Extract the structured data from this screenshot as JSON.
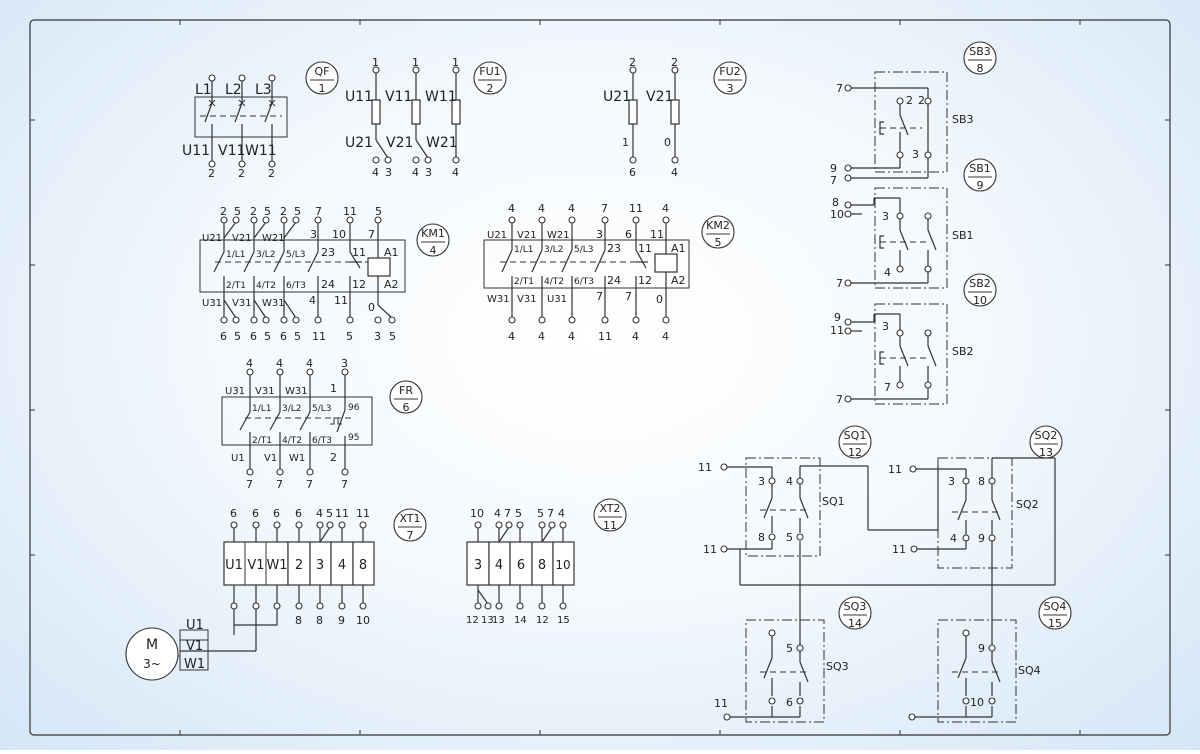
{
  "qf": {
    "tag": "QF",
    "sheet": "1",
    "l1": "L1",
    "l2": "L2",
    "l3": "L3",
    "u11": "U11",
    "v11": "V11",
    "w11": "W11",
    "out1": "2",
    "out2": "2",
    "out3": "2"
  },
  "fu1": {
    "tag": "FU1",
    "sheet": "2",
    "in1": "1",
    "in2": "1",
    "in3": "1",
    "u11": "U11",
    "v11": "V11",
    "w11": "W11",
    "u21": "U21",
    "v21": "V21",
    "w21": "W21",
    "b1": "4",
    "b2": "3",
    "b3": "4",
    "b4": "3",
    "b5": "4"
  },
  "fu2": {
    "tag": "FU2",
    "sheet": "3",
    "in1": "2",
    "in2": "2",
    "u21": "U21",
    "v21": "V21",
    "mid1": "1",
    "mid2": "0",
    "out1": "6",
    "out2": "4"
  },
  "km1": {
    "tag": "KM1",
    "sheet": "4",
    "top": [
      "2",
      "5",
      "2",
      "5",
      "2",
      "5",
      "7",
      "11",
      "5"
    ],
    "u21": "U21",
    "v21": "V21",
    "w21": "W21",
    "t3": "3",
    "t10": "10",
    "t7": "7",
    "l1": "1/L1",
    "l2": "3/L2",
    "l3": "5/L3",
    "c23": "23",
    "c11": "11",
    "a1": "A1",
    "t1": "2/T1",
    "t2": "4/T2",
    "t3b": "6/T3",
    "c24": "24",
    "c12": "12",
    "a2": "A2",
    "u31": "U31",
    "v31": "V31",
    "w31": "W31",
    "s4": "4",
    "s11": "11",
    "s0": "0",
    "bottom": [
      "6",
      "5",
      "6",
      "5",
      "6",
      "5",
      "11",
      "5",
      "3",
      "5"
    ]
  },
  "km2": {
    "tag": "KM2",
    "sheet": "5",
    "top": [
      "4",
      "4",
      "4",
      "7",
      "11",
      "4"
    ],
    "u21": "U21",
    "v21": "V21",
    "w21": "W21",
    "t3": "3",
    "t6": "6",
    "t11": "11",
    "l1": "1/L1",
    "l2": "3/L2",
    "l3": "5/L3",
    "c23": "23",
    "c11": "11",
    "a1": "A1",
    "t1": "2/T1",
    "t2": "4/T2",
    "t3b": "6/T3",
    "c24": "24",
    "c12": "12",
    "a2": "A2",
    "w31": "W31",
    "v31": "V31",
    "u31": "U31",
    "s7a": "7",
    "s7b": "7",
    "s0": "0",
    "bottom": [
      "4",
      "4",
      "4",
      "11",
      "4",
      "4"
    ]
  },
  "fr": {
    "tag": "FR",
    "sheet": "6",
    "top": [
      "4",
      "4",
      "4",
      "3"
    ],
    "u31": "U31",
    "v31": "V31",
    "w31": "W31",
    "n1": "1",
    "l1": "1/L1",
    "l2": "3/L2",
    "l3": "5/L3",
    "c96": "96",
    "t1": "2/T1",
    "t2": "4/T2",
    "t3": "6/T3",
    "c95": "95",
    "u1": "U1",
    "v1": "V1",
    "w1": "W1",
    "n2": "2",
    "bottom": [
      "7",
      "7",
      "7",
      "7"
    ]
  },
  "xt1": {
    "tag": "XT1",
    "sheet": "7",
    "top": [
      "6",
      "6",
      "6",
      "6",
      "4",
      "5",
      "11",
      "11"
    ],
    "cells": [
      "U1",
      "V1",
      "W1",
      "2",
      "3",
      "4",
      "8"
    ],
    "bottom": [
      "8",
      "8",
      "9",
      "10"
    ]
  },
  "xt2": {
    "tag": "XT2",
    "sheet": "11",
    "top": [
      "10",
      "4",
      "7",
      "5",
      "5",
      "7",
      "4"
    ],
    "cells": [
      "3",
      "4",
      "6",
      "8",
      "10"
    ],
    "bottom": [
      "12",
      "13",
      "13",
      "14",
      "12",
      "15"
    ]
  },
  "motor": {
    "m": "M",
    "phase": "3~",
    "u1": "U1",
    "v1": "V1",
    "w1": "W1"
  },
  "sb3": {
    "tag": "SB3",
    "sheet": "8",
    "name": "SB3",
    "in1": "7",
    "c2a": "2",
    "c2b": "2",
    "c3": "3",
    "out9": "9",
    "out7": "7"
  },
  "sb1": {
    "tag": "SB1",
    "sheet": "9",
    "name": "SB1",
    "in8": "8",
    "in10": "10",
    "c3": "3",
    "c4": "4",
    "out7": "7"
  },
  "sb2": {
    "tag": "SB2",
    "sheet": "10",
    "name": "SB2",
    "in9": "9",
    "in11": "11",
    "c3": "3",
    "c7": "7",
    "out7": "7"
  },
  "sq1": {
    "tag": "SQ1",
    "sheet": "12",
    "name": "SQ1",
    "in11": "11",
    "c3": "3",
    "c4": "4",
    "c8": "8",
    "c5": "5",
    "out11": "11"
  },
  "sq2": {
    "tag": "SQ2",
    "sheet": "13",
    "name": "SQ2",
    "in11": "11",
    "c3": "3",
    "c8": "8",
    "c4": "4",
    "c9": "9",
    "out11": "11"
  },
  "sq3": {
    "tag": "SQ3",
    "sheet": "14",
    "name": "SQ3",
    "c5": "5",
    "c6": "6",
    "out11": "11"
  },
  "sq4": {
    "tag": "SQ4",
    "sheet": "15",
    "name": "SQ4",
    "c9": "9",
    "c10": "10"
  }
}
